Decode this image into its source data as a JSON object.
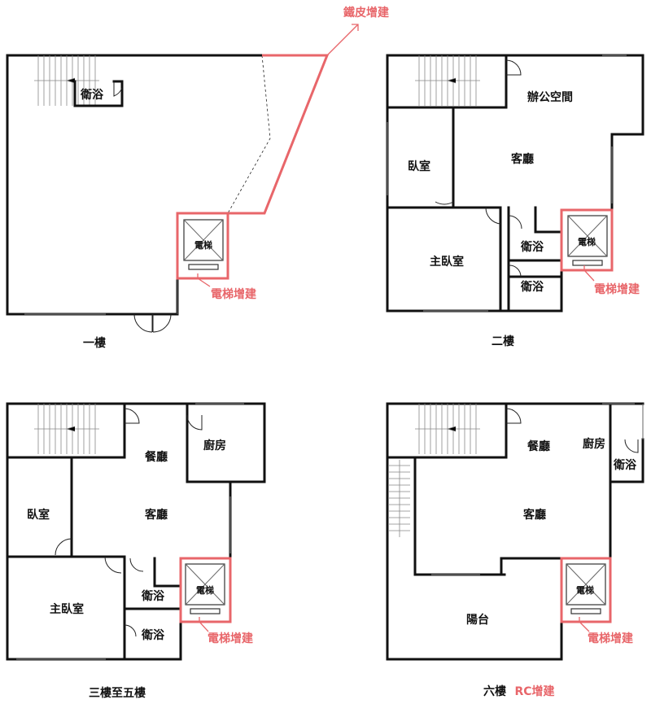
{
  "floors": {
    "f1": {
      "label": "一樓",
      "rooms": {
        "bath": "衛浴",
        "elevator": "電梯"
      },
      "notes": {
        "iron": "鐵皮增建",
        "elevator": "電梯增建"
      }
    },
    "f2": {
      "label": "二樓",
      "rooms": {
        "office": "辦公空間",
        "living": "客廳",
        "bedroom": "臥室",
        "master": "主臥室",
        "bath1": "衛浴",
        "bath2": "衛浴",
        "elevator": "電梯"
      },
      "notes": {
        "elevator": "電梯增建"
      }
    },
    "f3": {
      "label": "三樓至五樓",
      "rooms": {
        "dining": "餐廳",
        "kitchen": "廚房",
        "living": "客廳",
        "bedroom": "臥室",
        "master": "主臥室",
        "bath1": "衛浴",
        "bath2": "衛浴",
        "elevator": "電梯"
      },
      "notes": {
        "elevator": "電梯增建"
      }
    },
    "f6": {
      "label": "六樓",
      "rooms": {
        "dining": "餐廳",
        "kitchen": "廚房",
        "bath": "衛浴",
        "living": "客廳",
        "balcony": "陽台",
        "elevator": "電梯"
      },
      "notes": {
        "elevator": "電梯增建",
        "rc": "RC增建"
      }
    }
  },
  "colors": {
    "wall": "#111111",
    "highlight": "#e8666a"
  }
}
